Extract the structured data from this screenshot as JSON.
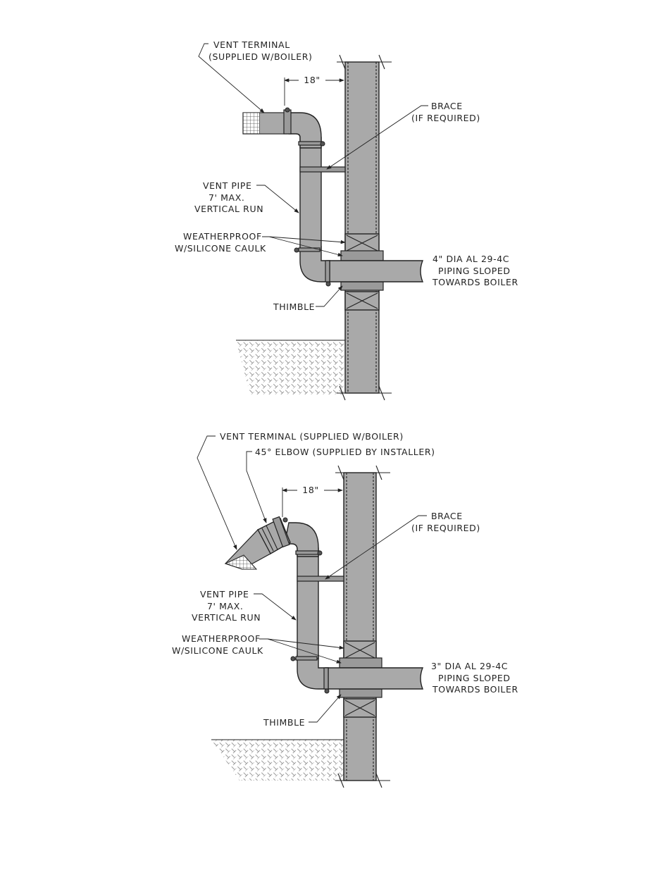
{
  "colors": {
    "pipe": "#a9a9a9",
    "line": "#222222",
    "background": "#ffffff"
  },
  "top_diagram": {
    "vent_terminal": [
      "VENT TERMINAL",
      "(SUPPLIED W/BOILER)"
    ],
    "dimension": "18\"",
    "brace": [
      "BRACE",
      "(IF REQUIRED)"
    ],
    "vent_pipe": [
      "VENT PIPE",
      "7' MAX.",
      "VERTICAL RUN"
    ],
    "weatherproof": [
      "WEATHERPROOF",
      "W/SILICONE CAULK"
    ],
    "piping": [
      "4\" DIA AL 29-4C",
      "PIPING SLOPED",
      "TOWARDS BOILER"
    ],
    "thimble": "THIMBLE"
  },
  "bottom_diagram": {
    "vent_terminal": "VENT TERMINAL (SUPPLIED W/BOILER)",
    "elbow": "45° ELBOW (SUPPLIED BY INSTALLER)",
    "dimension": "18\"",
    "brace": [
      "BRACE",
      "(IF REQUIRED)"
    ],
    "vent_pipe": [
      "VENT PIPE",
      "7' MAX.",
      "VERTICAL RUN"
    ],
    "weatherproof": [
      "WEATHERPROOF",
      "W/SILICONE CAULK"
    ],
    "piping": [
      "3\" DIA AL 29-4C",
      "PIPING SLOPED",
      "TOWARDS BOILER"
    ],
    "thimble": "THIMBLE"
  }
}
